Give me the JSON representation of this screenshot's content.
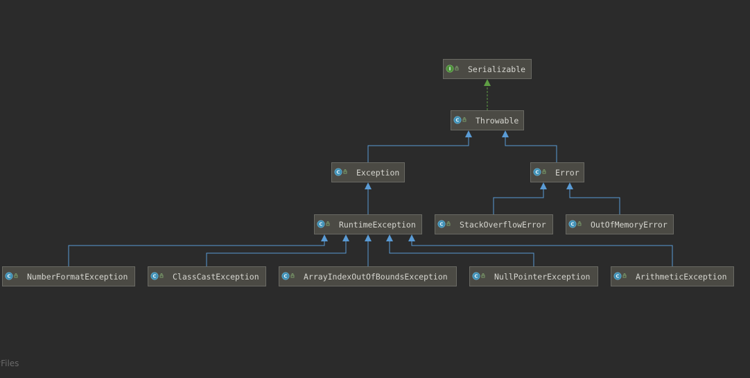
{
  "watermark": "yFiles",
  "colors": {
    "background": "#2b2b2b",
    "node_fill": "#4b4a44",
    "node_border": "#6a6a64",
    "extends_edge": "#5a9bd5",
    "implements_edge": "#5f9e44",
    "class_icon": "#3d8fb5",
    "interface_icon": "#4d8f3a"
  },
  "nodes": [
    {
      "id": "serializable",
      "label": "Serializable",
      "kind": "interface",
      "icon": "interface-icon"
    },
    {
      "id": "throwable",
      "label": "Throwable",
      "kind": "class",
      "icon": "class-icon"
    },
    {
      "id": "exception",
      "label": "Exception",
      "kind": "class",
      "icon": "class-icon"
    },
    {
      "id": "error",
      "label": "Error",
      "kind": "class",
      "icon": "class-icon"
    },
    {
      "id": "runtimeexception",
      "label": "RuntimeException",
      "kind": "class",
      "icon": "class-icon"
    },
    {
      "id": "stackoverflowerror",
      "label": "StackOverflowError",
      "kind": "class",
      "icon": "class-icon"
    },
    {
      "id": "outofmemoryerror",
      "label": "OutOfMemoryError",
      "kind": "class",
      "icon": "class-icon"
    },
    {
      "id": "numberformatexception",
      "label": "NumberFormatException",
      "kind": "class",
      "icon": "class-icon"
    },
    {
      "id": "classcastexception",
      "label": "ClassCastException",
      "kind": "class",
      "icon": "class-icon"
    },
    {
      "id": "arrayindexoutofboundsexception",
      "label": "ArrayIndexOutOfBoundsException",
      "kind": "class",
      "icon": "class-icon"
    },
    {
      "id": "nullpointerexception",
      "label": "NullPointerException",
      "kind": "class",
      "icon": "class-icon"
    },
    {
      "id": "arithmeticexception",
      "label": "ArithmeticException",
      "kind": "class",
      "icon": "class-icon"
    }
  ],
  "edges": [
    {
      "from": "throwable",
      "to": "serializable",
      "type": "implements"
    },
    {
      "from": "exception",
      "to": "throwable",
      "type": "extends"
    },
    {
      "from": "error",
      "to": "throwable",
      "type": "extends"
    },
    {
      "from": "runtimeexception",
      "to": "exception",
      "type": "extends"
    },
    {
      "from": "stackoverflowerror",
      "to": "error",
      "type": "extends"
    },
    {
      "from": "outofmemoryerror",
      "to": "error",
      "type": "extends"
    },
    {
      "from": "numberformatexception",
      "to": "runtimeexception",
      "type": "extends"
    },
    {
      "from": "classcastexception",
      "to": "runtimeexception",
      "type": "extends"
    },
    {
      "from": "arrayindexoutofboundsexception",
      "to": "runtimeexception",
      "type": "extends"
    },
    {
      "from": "nullpointerexception",
      "to": "runtimeexception",
      "type": "extends"
    },
    {
      "from": "arithmeticexception",
      "to": "runtimeexception",
      "type": "extends"
    }
  ]
}
